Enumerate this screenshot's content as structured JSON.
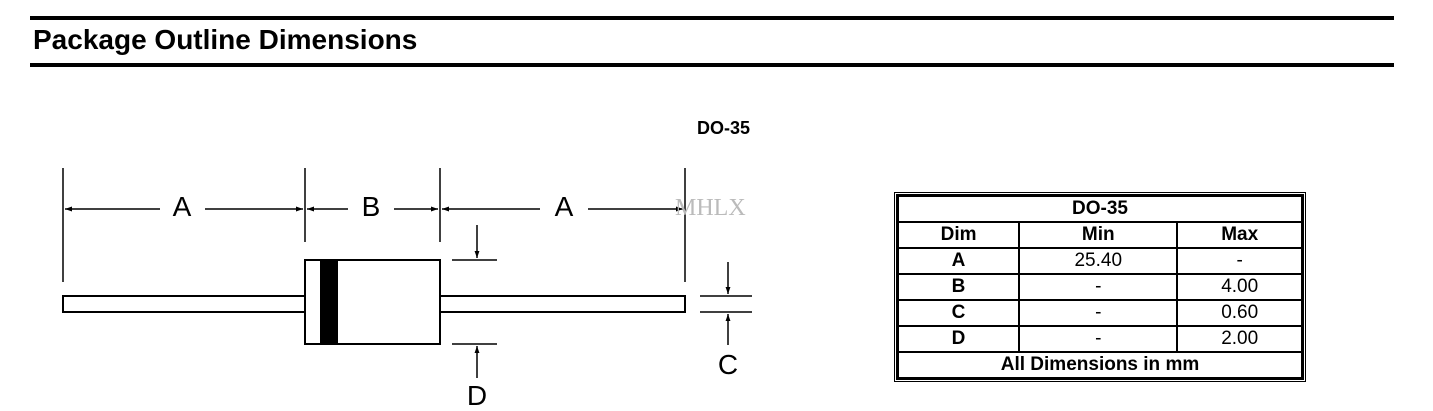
{
  "header": {
    "title": "Package Outline Dimensions"
  },
  "drawing": {
    "package_label": "DO-35",
    "watermark": "MHLX",
    "labels": {
      "a_left": "A",
      "b": "B",
      "a_right": "A",
      "c": "C",
      "d": "D"
    }
  },
  "table": {
    "title": "DO-35",
    "columns": [
      "Dim",
      "Min",
      "Max"
    ],
    "rows": [
      {
        "dim": "A",
        "min": "25.40",
        "max": "-"
      },
      {
        "dim": "B",
        "min": "-",
        "max": "4.00"
      },
      {
        "dim": "C",
        "min": "-",
        "max": "0.60"
      },
      {
        "dim": "D",
        "min": "-",
        "max": "2.00"
      }
    ],
    "footer": "All Dimensions in mm"
  }
}
